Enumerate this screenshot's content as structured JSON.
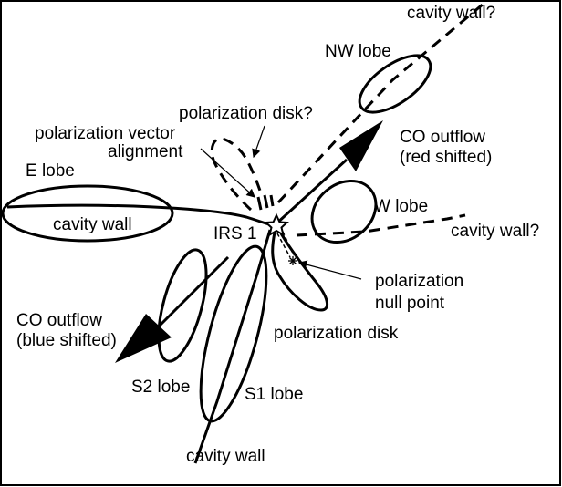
{
  "labels": {
    "cavity_wall_top_right": "cavity wall?",
    "nw_lobe": "NW lobe",
    "polarization_disk_question": "polarization disk?",
    "polarization_vector_line1": "polarization vector",
    "polarization_vector_line2": "alignment",
    "co_outflow_red_line1": "CO outflow",
    "co_outflow_red_line2": "(red shifted)",
    "e_lobe": "E lobe",
    "cavity_wall_left": "cavity wall",
    "w_lobe": "W lobe",
    "irs1": "IRS 1",
    "cavity_wall_right": "cavity wall?",
    "polarization_null_line1": "polarization",
    "polarization_null_line2": "null point",
    "co_outflow_blue_line1": "CO outflow",
    "co_outflow_blue_line2": "(blue shifted)",
    "polarization_disk": "polarization disk",
    "s2_lobe": "S2 lobe",
    "s1_lobe": "S1 lobe",
    "cavity_wall_bottom": "cavity wall"
  },
  "colors": {
    "ink": "#000000",
    "background": "#ffffff"
  },
  "icons": {
    "source_marker": "star-icon",
    "null_point_marker": "asterisk-icon"
  }
}
